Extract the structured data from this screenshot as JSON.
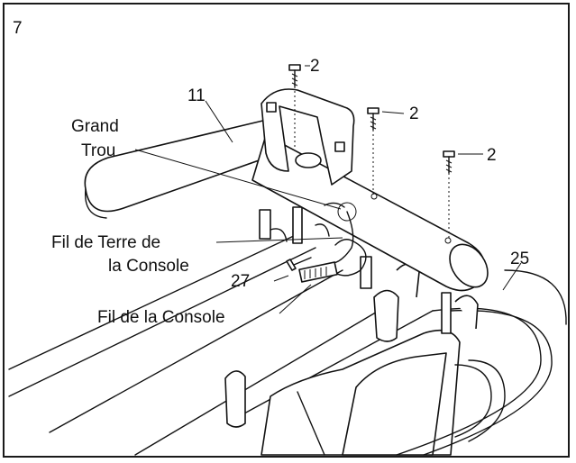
{
  "step_number": "7",
  "callouts": {
    "screw_top": "2",
    "screw_mid": "2",
    "screw_right": "2",
    "handlebar": "11",
    "frame": "25",
    "console_screw": "27"
  },
  "labels": {
    "large_hole_line1": "Grand",
    "large_hole_line2": "Trou",
    "ground_wire_line1": "Fil de Terre de",
    "ground_wire_line2": "la Console",
    "console_wire": "Fil de la Console"
  },
  "colors": {
    "ink": "#111111",
    "paper": "#ffffff"
  }
}
